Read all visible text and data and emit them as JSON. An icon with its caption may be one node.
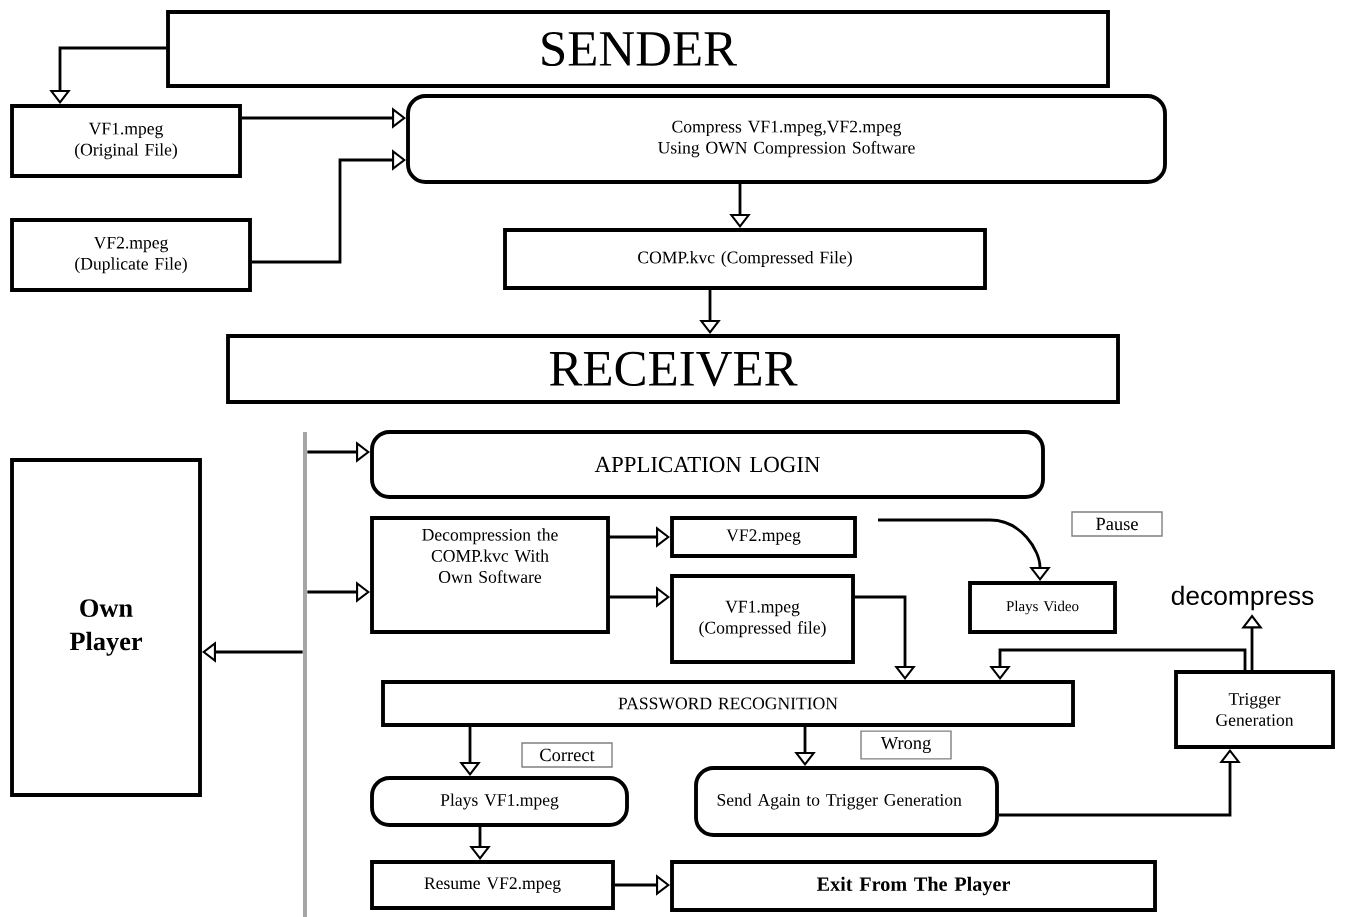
{
  "diagram": {
    "nodes": [
      {
        "text": [
          "SENDER"
        ]
      },
      {
        "text": [
          "VF1.mpeg (Original File)"
        ]
      },
      {
        "text": [
          "VF2.mpeg (Duplicate File)"
        ]
      },
      {
        "text": [
          "Compress VF1.mpeg,VF2.mpeg Using OWN Compression Software"
        ]
      },
      {
        "text": [
          "COMP.kvc (Compressed File)"
        ]
      },
      {
        "text": [
          "RECEIVER"
        ]
      },
      {
        "text": [
          "APPLICATION LOGIN"
        ]
      },
      {
        "text": [
          "Decompression the COMP.kvc With Own Software"
        ]
      },
      {
        "text": [
          "VF2.mpeg"
        ]
      },
      {
        "text": [
          "VF1.mpeg (Compressed file)"
        ]
      },
      {
        "text": [
          "Plays Video"
        ]
      },
      {
        "text": [
          "Trigger Generation"
        ]
      },
      {
        "text": [
          "PASSWORD RECOGNITION"
        ]
      },
      {
        "text": [
          "Plays VF1.mpeg"
        ]
      },
      {
        "text": [
          "Send Again to Trigger Generation"
        ]
      },
      {
        "text": [
          "Resume VF2.mpeg"
        ]
      },
      {
        "text": [
          "Exit From The Player"
        ]
      },
      {
        "text": [
          "Own Player"
        ]
      },
      {
        "text": [
          "decompress"
        ]
      },
      {
        "text": [],
        "shape": "bar"
      }
    ],
    "edges": [
      {
        "from": 0,
        "to": 1,
        "arrow": "to"
      },
      {
        "from": 1,
        "to": 3,
        "arrow": "to"
      },
      {
        "from": 2,
        "to": 3,
        "arrow": "to"
      },
      {
        "from": 3,
        "to": 4,
        "arrow": "to"
      },
      {
        "from": 4,
        "to": 5,
        "arrow": "to"
      },
      {
        "from": 19,
        "to": 6,
        "arrow": "to"
      },
      {
        "from": 19,
        "to": 7,
        "arrow": "to"
      },
      {
        "from": 19,
        "to": 17,
        "arrow": "to"
      },
      {
        "from": 7,
        "to": 8,
        "arrow": "to"
      },
      {
        "from": 7,
        "to": 9,
        "arrow": "to"
      },
      {
        "from": null,
        "to": 10,
        "arrow": "to",
        "label": "Pause"
      },
      {
        "from": 9,
        "to": 12,
        "arrow": "to"
      },
      {
        "from": 11,
        "to": 12,
        "arrow": "to"
      },
      {
        "from": 11,
        "to": 18,
        "arrow": "to"
      },
      {
        "from": 12,
        "to": 13,
        "arrow": "to",
        "label": "Correct"
      },
      {
        "from": 12,
        "to": 14,
        "arrow": "to",
        "label": "Wrong"
      },
      {
        "from": 13,
        "to": 15,
        "arrow": "to"
      },
      {
        "from": 14,
        "to": 11,
        "arrow": "to"
      },
      {
        "from": 15,
        "to": 16,
        "arrow": "to"
      }
    ]
  }
}
